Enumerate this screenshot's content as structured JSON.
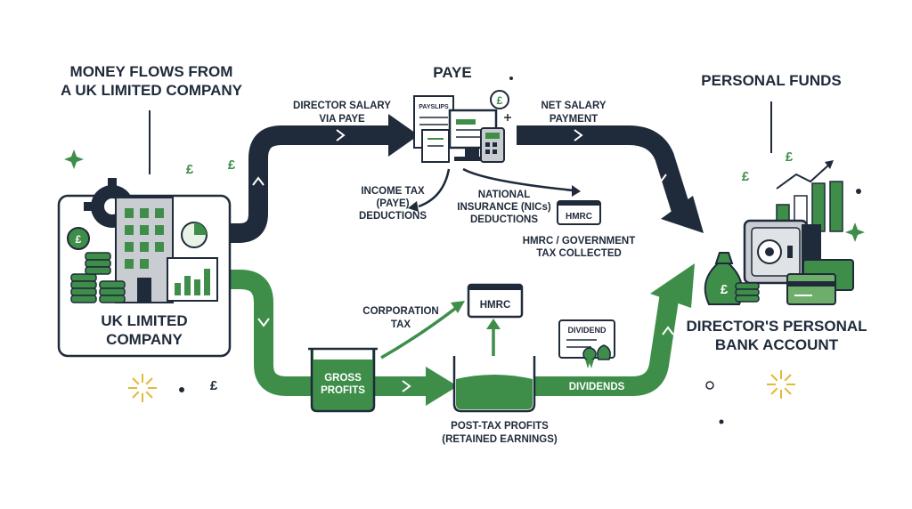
{
  "title": {
    "line1": "MONEY FLOWS FROM",
    "line2": "A UK LIMITED COMPANY"
  },
  "nodes": {
    "company": {
      "line1": "UK LIMITED",
      "line2": "COMPANY"
    },
    "paye": {
      "title": "PAYE",
      "payslips_label": "PAYSLIPS"
    },
    "personal_funds": {
      "title": "PERSONAL FUNDS"
    },
    "bank": {
      "line1": "DIRECTOR'S PERSONAL",
      "line2": "BANK ACCOUNT"
    },
    "hmrc_top": {
      "label": "HMRC"
    },
    "hmrc_mid": {
      "label": "HMRC"
    },
    "gross_profits": {
      "line1": "GROSS",
      "line2": "PROFITS"
    },
    "dividend_cert": {
      "label": "DIVIDEND"
    }
  },
  "labels": {
    "director_salary": {
      "line1": "DIRECTOR SALARY",
      "line2": "VIA PAYE"
    },
    "net_salary": {
      "line1": "NET SALARY",
      "line2": "PAYMENT"
    },
    "income_tax": {
      "line1": "INCOME TAX",
      "line2": "(PAYE)",
      "line3": "DEDUCTIONS"
    },
    "national_insurance": {
      "line1": "NATIONAL",
      "line2": "INSURANCE (NICs)",
      "line3": "DEDUCTIONS"
    },
    "hmrc_government": {
      "line1": "HMRC / GOVERNMENT",
      "line2": "TAX COLLECTED"
    },
    "corporation_tax": {
      "line1": "CORPORATION",
      "line2": "TAX"
    },
    "post_tax_profits": {
      "line1": "POST-TAX PROFITS",
      "line2": "(RETAINED EARNINGS)"
    },
    "dividends": {
      "label": "DIVIDENDS"
    }
  },
  "symbols": {
    "pound": "£"
  },
  "colors": {
    "navy": "#1f2a3a",
    "green": "#3e8e4a",
    "light_green": "#6fae6a",
    "pale_green": "#e8f2e6",
    "grey": "#c9cdd1",
    "gold": "#e3b93a"
  }
}
